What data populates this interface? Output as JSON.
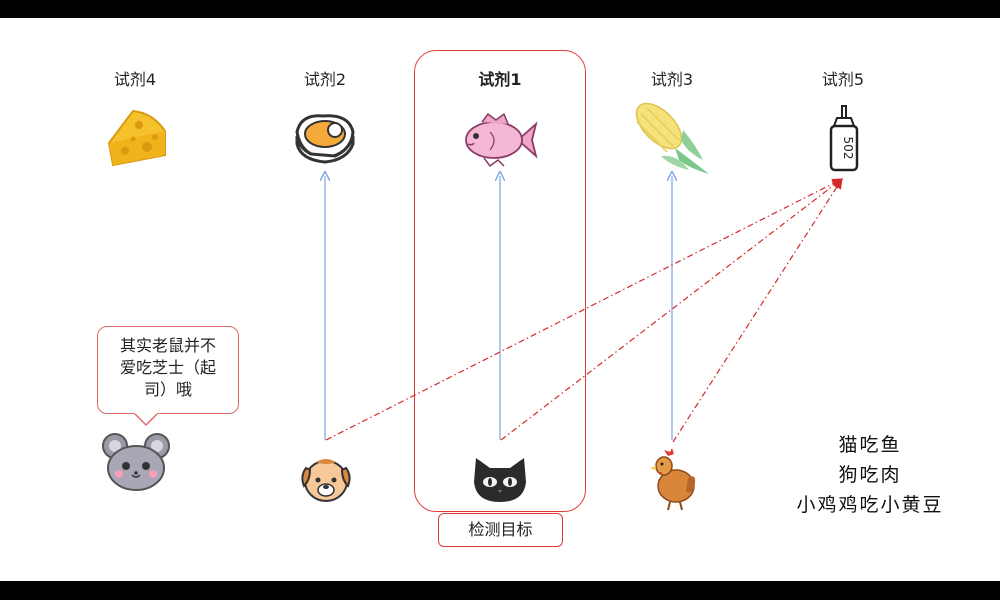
{
  "reagents": [
    {
      "id": "4",
      "label": "试剂4",
      "icon": "cheese-icon"
    },
    {
      "id": "2",
      "label": "试剂2",
      "icon": "steak-icon"
    },
    {
      "id": "1",
      "label": "试剂1",
      "icon": "fish-icon"
    },
    {
      "id": "3",
      "label": "试剂3",
      "icon": "corn-icon"
    },
    {
      "id": "5",
      "label": "试剂5",
      "icon": "glue-bottle-icon"
    }
  ],
  "glue_text": "502",
  "animals": [
    {
      "name": "mouse",
      "icon": "mouse-icon"
    },
    {
      "name": "dog",
      "icon": "dog-icon"
    },
    {
      "name": "cat",
      "icon": "cat-icon"
    },
    {
      "name": "chicken",
      "icon": "chicken-icon"
    }
  ],
  "bubble": {
    "lines": [
      "其实老鼠并不",
      "爱吃芝士（起",
      "司）哦"
    ]
  },
  "target_label": "检测目标",
  "note": {
    "lines": [
      "猫吃鱼",
      "狗吃肉",
      "小鸡鸡吃小黄豆"
    ]
  },
  "colors": {
    "arrow_solid": "#7aa6e6",
    "arrow_dashed": "#d42a2a",
    "box": "#e03c3c"
  }
}
